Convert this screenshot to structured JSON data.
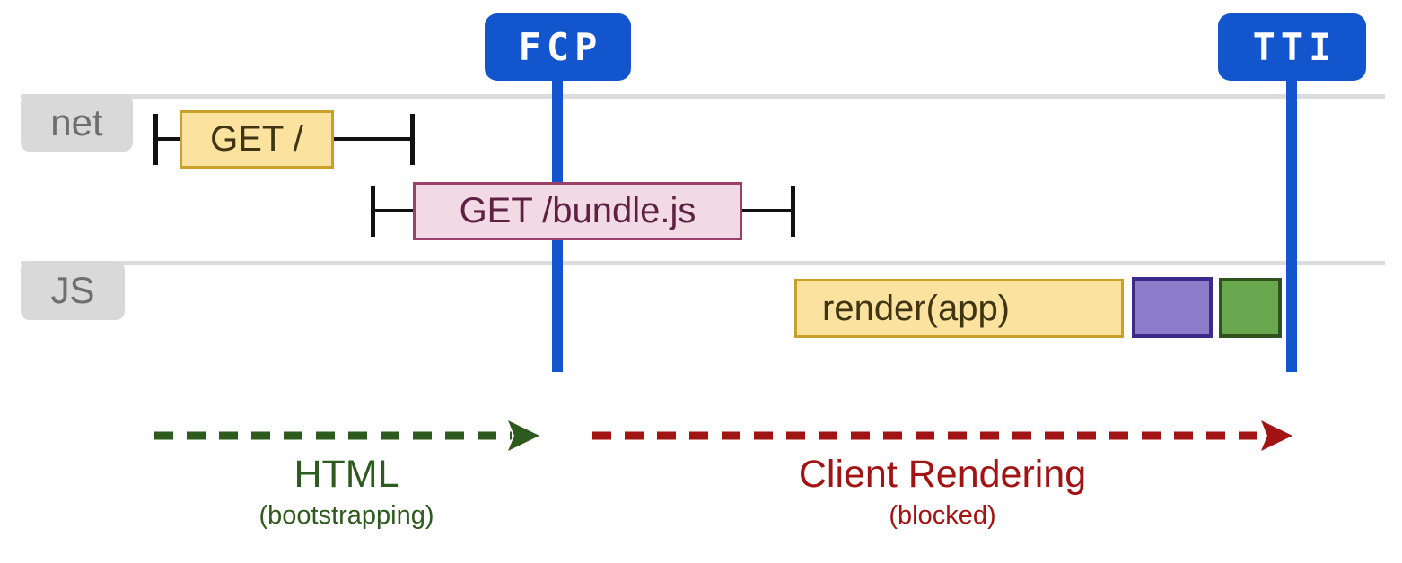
{
  "markers": {
    "fcp": {
      "label": "FCP"
    },
    "tti": {
      "label": "TTI"
    }
  },
  "lanes": {
    "net": {
      "label": "net"
    },
    "js": {
      "label": "JS"
    }
  },
  "boxes": {
    "get_root": {
      "label": "GET /"
    },
    "get_bundle": {
      "label": "GET /bundle.js"
    },
    "render_app": {
      "label": "render(app)"
    }
  },
  "phases": {
    "html": {
      "title": "HTML",
      "subtitle": "(bootstrapping)"
    },
    "client_rendering": {
      "title": "Client Rendering",
      "subtitle": "(blocked)"
    }
  },
  "colors": {
    "marker_blue": "#1355cc",
    "lane_gray": "#dcdcdc",
    "label_gray_bg": "#d9d9d9",
    "label_gray_text": "#6e6e6e",
    "yellow_fill": "#fbe29e",
    "yellow_border": "#c8a02a",
    "pink_fill": "#f2dae5",
    "pink_border": "#9c3f6a",
    "purple_fill": "#8b7dc9",
    "purple_border": "#3a2b8a",
    "green_fill": "#6aa84f",
    "green_border": "#30521d",
    "phase_green": "#2d5a1d",
    "phase_red": "#a21313"
  }
}
